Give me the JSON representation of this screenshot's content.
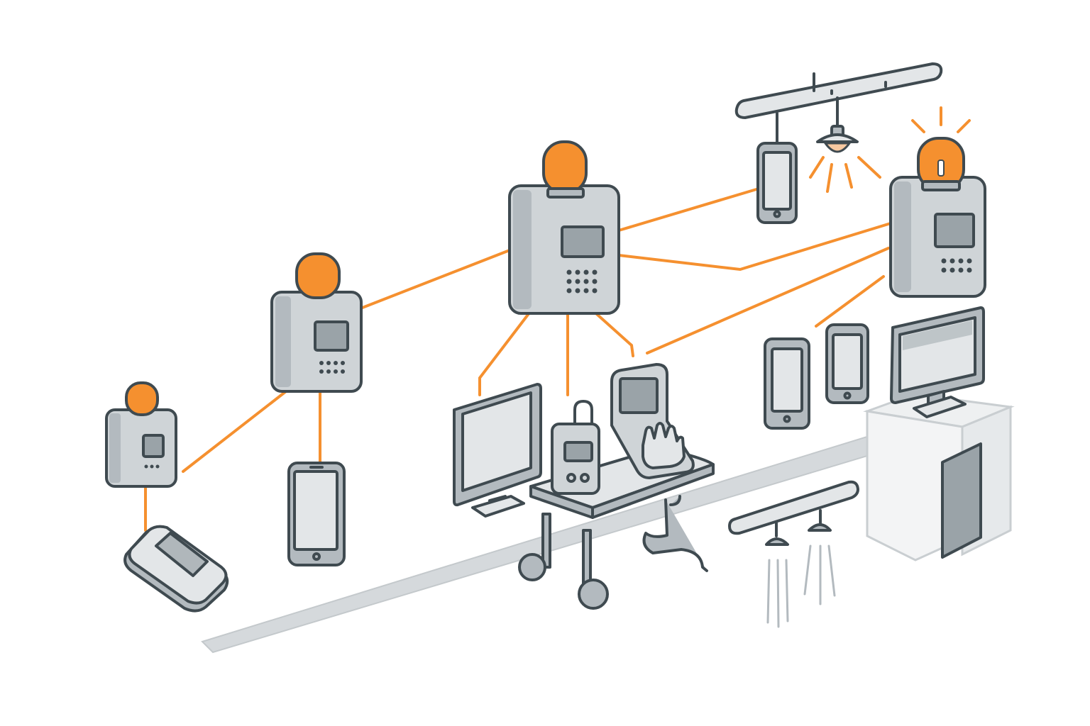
{
  "colors": {
    "background": "#ffffff",
    "outline": "#3f4a50",
    "device_body": "#cfd4d7",
    "device_side": "#b3babf",
    "screen": "#9aa3a8",
    "accent_orange": "#f5902f",
    "floor_path": "#d5d9dc"
  },
  "nodes": [
    {
      "id": "alarm-small",
      "kind": "alarm-controller"
    },
    {
      "id": "alarm-medium",
      "kind": "alarm-controller"
    },
    {
      "id": "alarm-large-center",
      "kind": "alarm-controller"
    },
    {
      "id": "alarm-right-active",
      "kind": "alarm-controller",
      "state": "flashing"
    },
    {
      "id": "pager-flat",
      "kind": "handheld-pager"
    },
    {
      "id": "phone-left",
      "kind": "smartphone"
    },
    {
      "id": "phone-hanging",
      "kind": "smartphone"
    },
    {
      "id": "phone-right-1",
      "kind": "smartphone"
    },
    {
      "id": "phone-right-2",
      "kind": "smartphone"
    },
    {
      "id": "monitor-left",
      "kind": "desktop-monitor"
    },
    {
      "id": "monitor-right",
      "kind": "desktop-monitor"
    },
    {
      "id": "cart",
      "kind": "medical-cart"
    },
    {
      "id": "ceiling-lamp",
      "kind": "ceiling-light",
      "state": "on"
    },
    {
      "id": "nurse-station",
      "kind": "kiosk-cabinet"
    },
    {
      "id": "shower-bar",
      "kind": "overhead-sprinklers"
    }
  ],
  "links": [
    {
      "from": "alarm-small",
      "to": "pager-flat"
    },
    {
      "from": "alarm-small",
      "to": "alarm-medium"
    },
    {
      "from": "alarm-medium",
      "to": "phone-left"
    },
    {
      "from": "alarm-medium",
      "to": "alarm-large-center"
    },
    {
      "from": "alarm-large-center",
      "to": "phone-hanging"
    },
    {
      "from": "alarm-large-center",
      "to": "alarm-right-active"
    },
    {
      "from": "alarm-large-center",
      "to": "monitor-left"
    },
    {
      "from": "alarm-large-center",
      "to": "cart"
    },
    {
      "from": "alarm-right-active",
      "to": "cart"
    },
    {
      "from": "alarm-right-active",
      "to": "phone-right-1"
    }
  ]
}
